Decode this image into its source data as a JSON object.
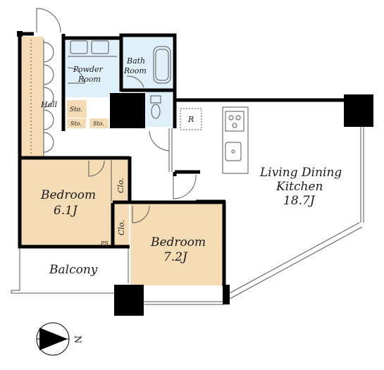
{
  "rooms": {
    "hall": "Hall",
    "powder_room": [
      "Powder",
      "Room"
    ],
    "bath_room": [
      "Bath",
      "Room"
    ],
    "storage_main": "Sto.",
    "storage_small_1": "Sto.",
    "storage_small_2": "Sto.",
    "refrigerator": "R",
    "ldk": [
      "Living Dining",
      "Kitchen",
      "18.7J"
    ],
    "bedroom_1": [
      "Bedroom",
      "6.1J"
    ],
    "bedroom_2": [
      "Bedroom",
      "7.2J"
    ],
    "closet_1": "Clo.",
    "closet_2": "Clo.",
    "pipe_space": "PS",
    "balcony": "Balcony"
  },
  "compass": {
    "label": "N"
  },
  "colors": {
    "floor_wood": "#f6dcb4",
    "floor_tile": "#dff0fa",
    "wall": "#000000",
    "line": "#555555"
  }
}
